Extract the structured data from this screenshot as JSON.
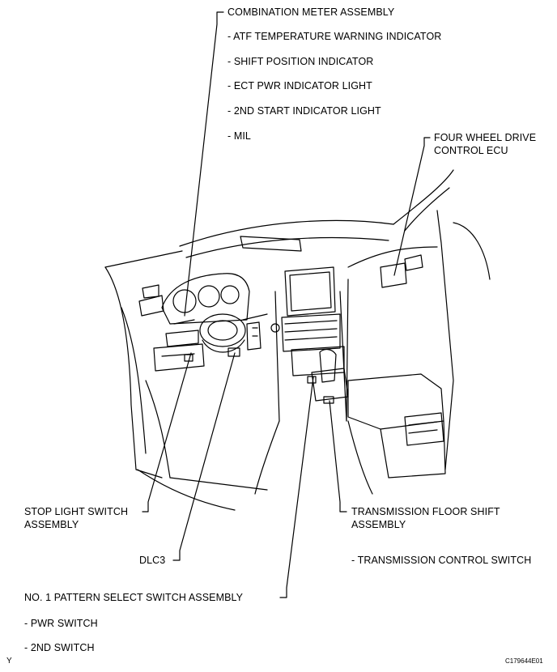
{
  "labels": {
    "combination_meter": "COMBINATION METER ASSEMBLY",
    "atf_temp": "- ATF TEMPERATURE WARNING INDICATOR",
    "shift_position": "- SHIFT POSITION INDICATOR",
    "ect_pwr": "- ECT PWR INDICATOR LIGHT",
    "second_start": "- 2ND START INDICATOR LIGHT",
    "mil": "- MIL",
    "four_wd_ecu_1": "FOUR WHEEL DRIVE",
    "four_wd_ecu_2": "CONTROL ECU",
    "stop_light_1": "STOP LIGHT SWITCH",
    "stop_light_2": "ASSEMBLY",
    "dlc3": "DLC3",
    "trans_floor_1": "TRANSMISSION FLOOR SHIFT",
    "trans_floor_2": "ASSEMBLY",
    "trans_control": "- TRANSMISSION CONTROL SWITCH",
    "pattern_select": "NO. 1 PATTERN SELECT SWITCH ASSEMBLY",
    "pwr_switch": "- PWR SWITCH",
    "second_switch": "- 2ND SWITCH"
  },
  "corner_mark": "Y",
  "figure_code": "C179644E01"
}
